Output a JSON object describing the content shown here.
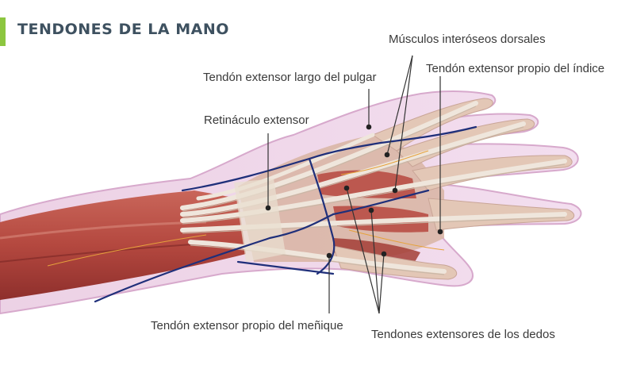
{
  "title": "TENDONES DE LA MANO",
  "accent_color": "#8cc63f",
  "title_color": "#3e5160",
  "labels": {
    "interoseos": "Músculos interóseos dorsales",
    "indice": "Tendón extensor propio del índice",
    "pulgar": "Tendón extensor largo del pulgar",
    "retinaculo": "Retináculo extensor",
    "menique": "Tendón extensor propio del meñique",
    "dedos": "Tendones extensores de los dedos"
  }
}
